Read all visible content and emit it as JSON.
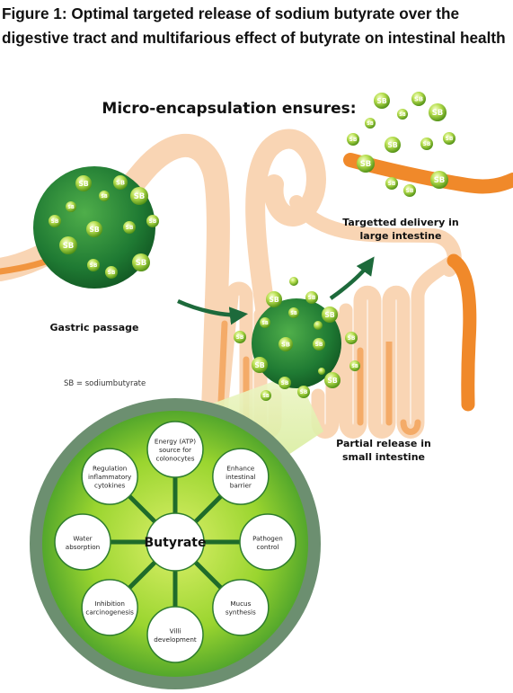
{
  "figure": {
    "title": "Figure 1: Optimal targeted release of sodium butyrate over the digestive tract and multifarious effect of butyrate on intestinal health"
  },
  "diagram": {
    "heading": "Micro-encapsulation ensures:",
    "gastric_label": "Gastric passage",
    "legend_note": "SB = sodiumbutyrate",
    "large_intestine_label": [
      "Targetted delivery in",
      "large intestine"
    ],
    "small_intestine_label": [
      "Partial release in",
      "small intestine"
    ],
    "bead_text": "SB",
    "hub": "Butyrate",
    "effects": [
      {
        "id": "energy",
        "lines": [
          "Energy (ATP)",
          "source for",
          "colonocytes"
        ]
      },
      {
        "id": "barrier",
        "lines": [
          "Enhance",
          "intestinal",
          "barrier"
        ]
      },
      {
        "id": "pathogen",
        "lines": [
          "Pathogen",
          "control"
        ]
      },
      {
        "id": "mucus",
        "lines": [
          "Mucus",
          "synthesis"
        ]
      },
      {
        "id": "villi",
        "lines": [
          "Villi",
          "development"
        ]
      },
      {
        "id": "inhibition",
        "lines": [
          "Inhibition",
          "carcinogenesis"
        ]
      },
      {
        "id": "water",
        "lines": [
          "Water",
          "absorption"
        ]
      },
      {
        "id": "regulation",
        "lines": [
          "Regulation",
          "inflammatory",
          "cytokines"
        ]
      }
    ]
  },
  "colors": {
    "intestine_pale": "#f9d5b4",
    "intestine_orange": "#f0892a",
    "sphere_dark": "#1a6b2c",
    "sphere_light": "#4fae4a",
    "bead_light": "#c6e66b",
    "bead_dark": "#5a9a1c",
    "hub_ring": "#6c8f70",
    "hub_fill": "#8ecf2a",
    "arrow": "#1d6a3b"
  }
}
